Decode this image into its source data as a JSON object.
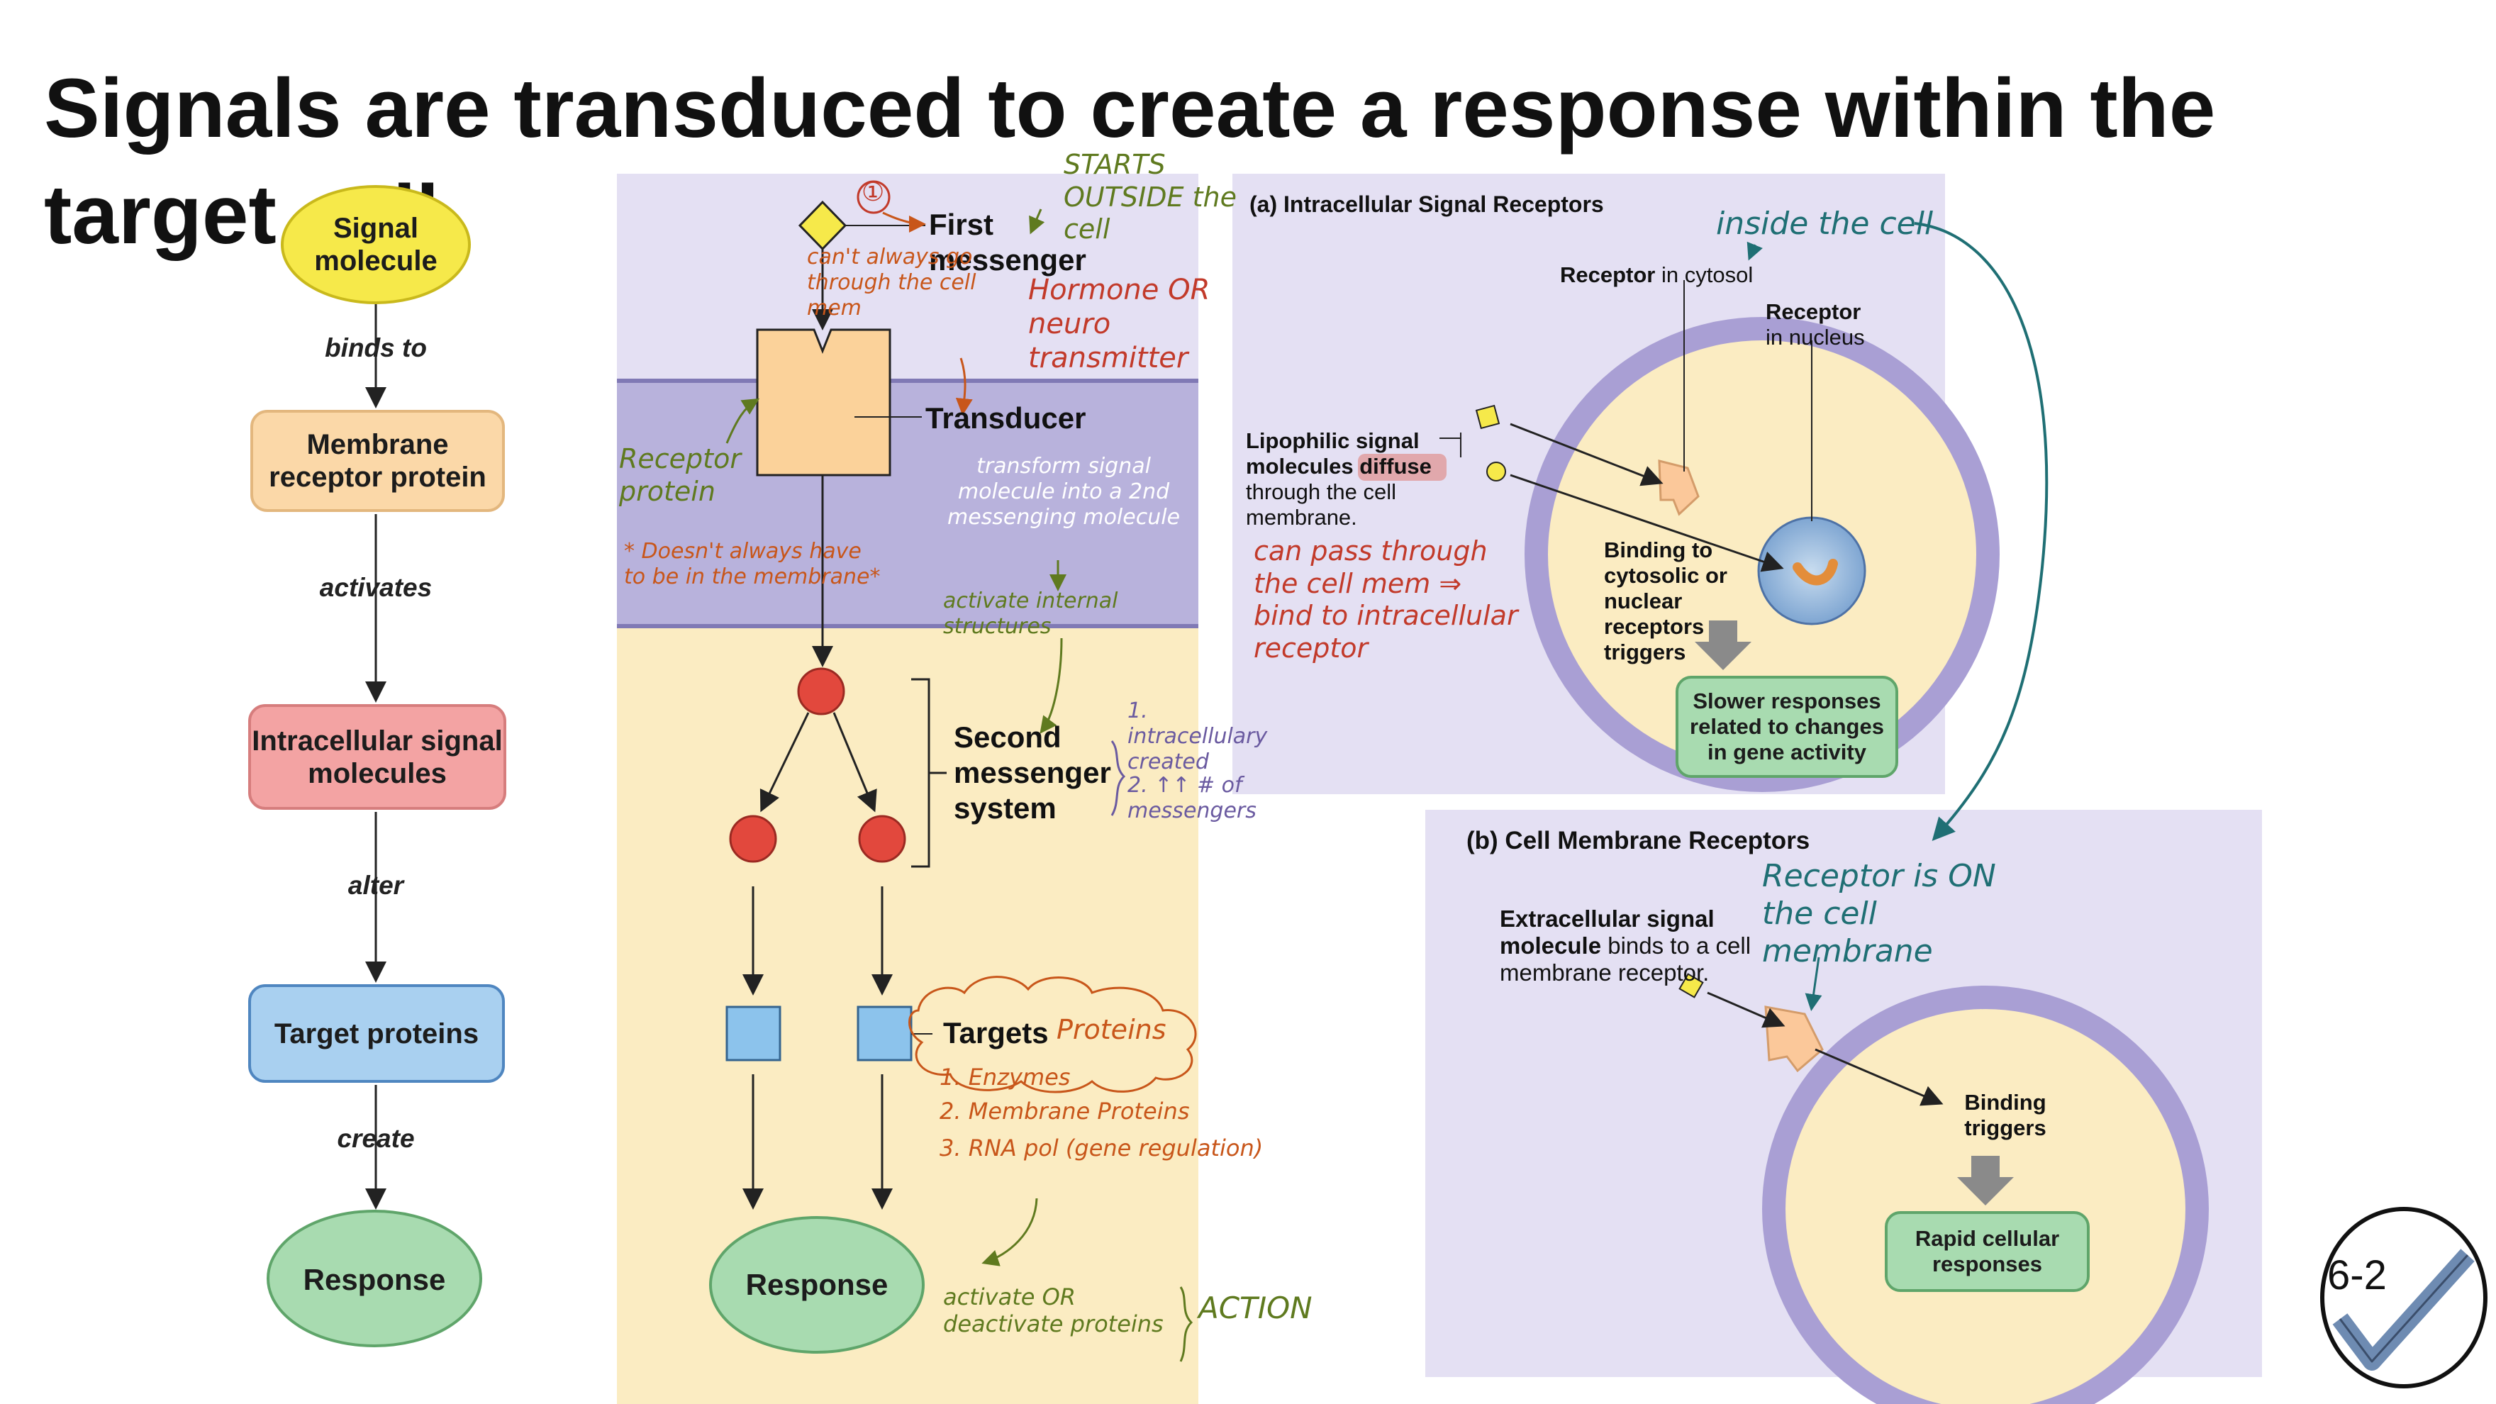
{
  "title": "Signals are transduced to create a response within the target cell",
  "flow_left": {
    "steps": [
      "Signal molecule",
      "Membrane receptor protein",
      "Intracellular signal molecules",
      "Target proteins",
      "Response"
    ],
    "verbs": [
      "binds to",
      "activates",
      "alter",
      "create"
    ]
  },
  "middle_panel": {
    "first_messenger": "First messenger",
    "transducer": "Transducer",
    "second_messenger_system": "Second messenger system",
    "targets": "Targets",
    "response": "Response"
  },
  "panel_a": {
    "title": "(a) Intracellular Signal Receptors",
    "receptor_cytosol_bold": "Receptor",
    "receptor_cytosol_rest": "in cytosol",
    "receptor_nucleus_bold": "Receptor",
    "receptor_nucleus_rest": "in nucleus",
    "lipophilic_bold": "Lipophilic signal molecules",
    "lipophilic_highlight": "diffuse",
    "lipophilic_rest": "through the cell membrane.",
    "binding": "Binding to cytosolic or nuclear receptors triggers",
    "slower": "Slower responses related to changes in gene activity"
  },
  "panel_b": {
    "title": "(b) Cell Membrane Receptors",
    "extracellular_bold": "Extracellular signal molecule",
    "extracellular_rest": "binds to a cell membrane receptor.",
    "binding": "Binding triggers",
    "rapid": "Rapid cellular responses"
  },
  "handwritten": {
    "n1": "①",
    "starts_outside": "STARTS OUTSIDE the cell",
    "cant_always": "can't always go through the cell mem",
    "hormone": "Hormone OR neuro transmitter",
    "receptor_protein": "Receptor protein",
    "doesnt_always": "* Doesn't always have to be in the membrane*",
    "transform": "transform signal molecule into a 2nd messenging molecule",
    "activate_internal": "activate internal structures",
    "intracellulary": "1. intracellulary created",
    "increase": "2. ↑↑ # of messengers",
    "proteins_word": "Proteins",
    "list1": "1. Enzymes",
    "list2": "2. Membrane Proteins",
    "list3": "3. RNA pol (gene regulation)",
    "activate_deactivate": "activate OR deactivate proteins",
    "action": "ACTION",
    "inside_cell": "inside the cell",
    "can_pass": "can pass through the cell mem ⇒ bind to intracellular receptor",
    "receptor_on": "Receptor is ON the cell membrane"
  },
  "badge": "6-2",
  "colors": {
    "signal": "#f6e94a",
    "membrane_receptor": "#fbd8a8",
    "intracellular": "#f3a3a3",
    "target": "#a9d0f0",
    "response": "#a8dbb0",
    "extracellular_bg": "#e4e0f3",
    "membrane_band": "#b8b2dc",
    "cytosol": "#fbecc2",
    "cell_ring": "#a99fd4"
  }
}
